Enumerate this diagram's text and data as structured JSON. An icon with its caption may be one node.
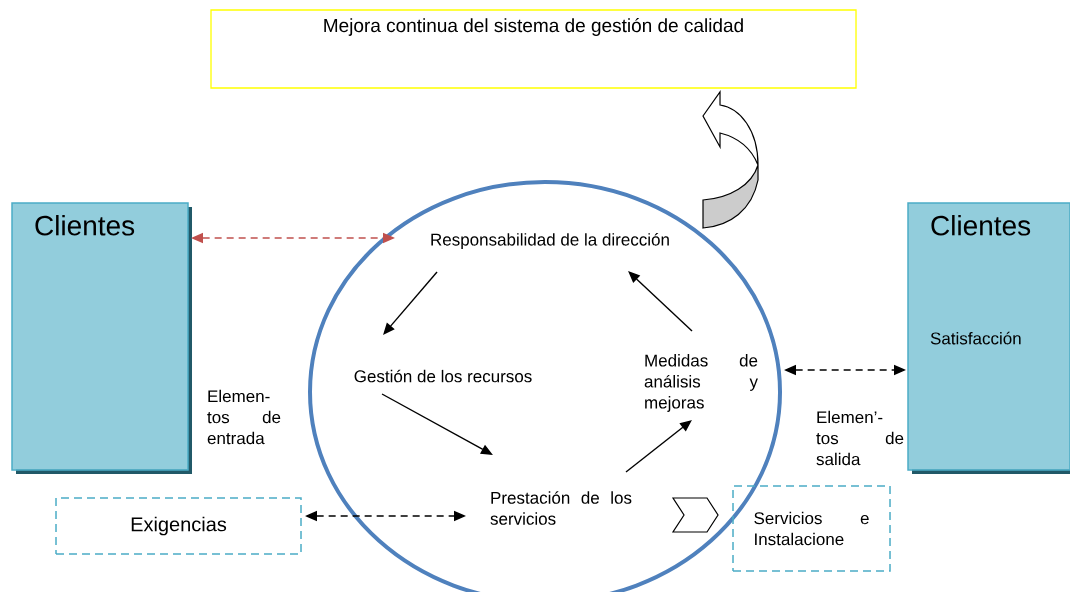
{
  "diagram": {
    "nodes": [
      {
        "text": [
          "Mejora continua del sistema de gestión de calidad"
        ]
      },
      {
        "text": [
          "Clientes"
        ]
      },
      {
        "text": [
          "Clientes",
          "Satisfacción"
        ]
      },
      {
        "text": [],
        "shape": "circle"
      },
      {
        "text": [
          "Responsabilidad de la dirección"
        ],
        "in": 3
      },
      {
        "text": [
          "Gestión de los recursos"
        ],
        "in": 3
      },
      {
        "text": [
          "Prestación de los servicios"
        ],
        "in": 3
      },
      {
        "text": [
          "Medidas de análisis y mejoras"
        ],
        "in": 3
      },
      {
        "text": [
          "Exigencias"
        ]
      },
      {
        "text": [
          "Servicios e Instalacione"
        ]
      }
    ],
    "edges": [
      {
        "from": 1,
        "to": 4,
        "arrow": "both",
        "style": "dashed",
        "color": "#c0504d"
      },
      {
        "from": 4,
        "to": 5,
        "arrow": "to"
      },
      {
        "from": 5,
        "to": 6,
        "arrow": "to"
      },
      {
        "from": 6,
        "to": 7,
        "arrow": "to"
      },
      {
        "from": 7,
        "to": 4,
        "arrow": "to"
      },
      {
        "from": 8,
        "to": 6,
        "arrow": "both",
        "style": "dashed"
      },
      {
        "from": 3,
        "to": 2,
        "arrow": "both",
        "style": "dashed"
      },
      {
        "from": 6,
        "to": 9,
        "arrow": "to"
      },
      {
        "from": 3,
        "to": 0,
        "arrow": "to"
      }
    ],
    "labels": [
      "Elemen- tos de entrada",
      "Elemen’- tos de salida"
    ]
  }
}
